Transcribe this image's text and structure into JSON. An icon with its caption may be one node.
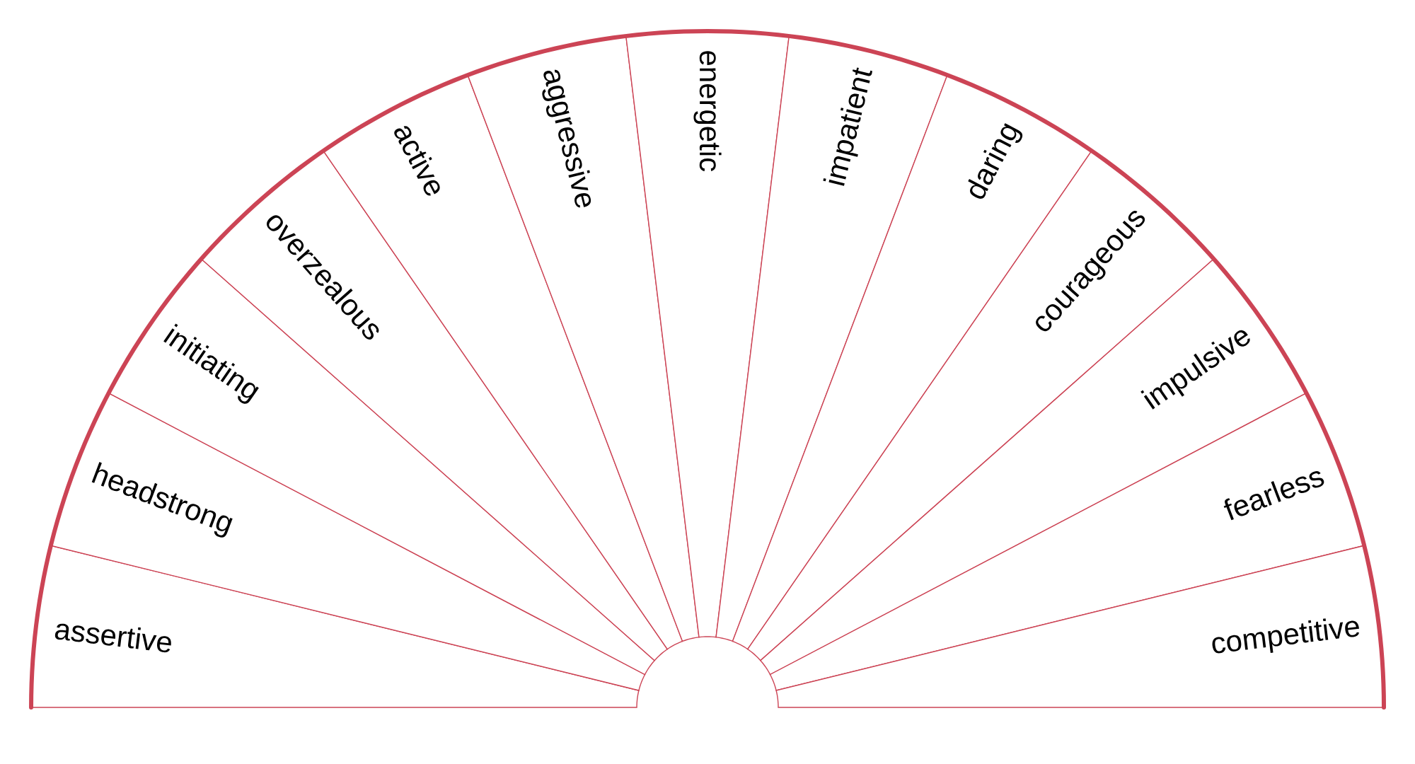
{
  "diagram": {
    "nodes": [
      {
        "text": [
          "assertive"
        ]
      },
      {
        "text": [
          "headstrong"
        ]
      },
      {
        "text": [
          "initiating"
        ]
      },
      {
        "text": [
          "overzealous"
        ]
      },
      {
        "text": [
          "active"
        ]
      },
      {
        "text": [
          "aggressive"
        ]
      },
      {
        "text": [
          "energetic"
        ]
      },
      {
        "text": [
          "impatient"
        ]
      },
      {
        "text": [
          "daring"
        ]
      },
      {
        "text": [
          "courageous"
        ]
      },
      {
        "text": [
          "impulsive"
        ]
      },
      {
        "text": [
          "fearless"
        ]
      },
      {
        "text": [
          "competitive"
        ]
      }
    ]
  }
}
